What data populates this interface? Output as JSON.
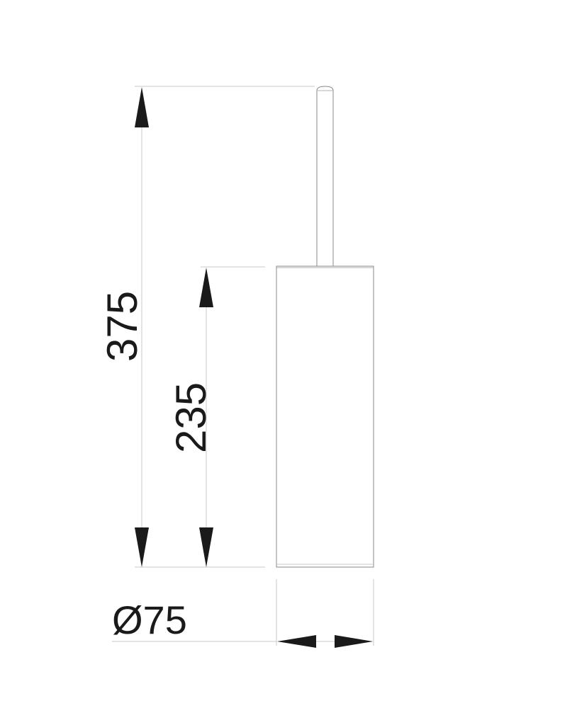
{
  "dimensions": {
    "total_height": {
      "label": "375"
    },
    "holder_height": {
      "label": "235"
    },
    "diameter": {
      "label": "Ø75"
    }
  },
  "colors": {
    "outline": "#8a8a8a",
    "extension_line": "#c8c8c8",
    "arrow": "#1a1a1a",
    "text": "#1a1a1a"
  }
}
